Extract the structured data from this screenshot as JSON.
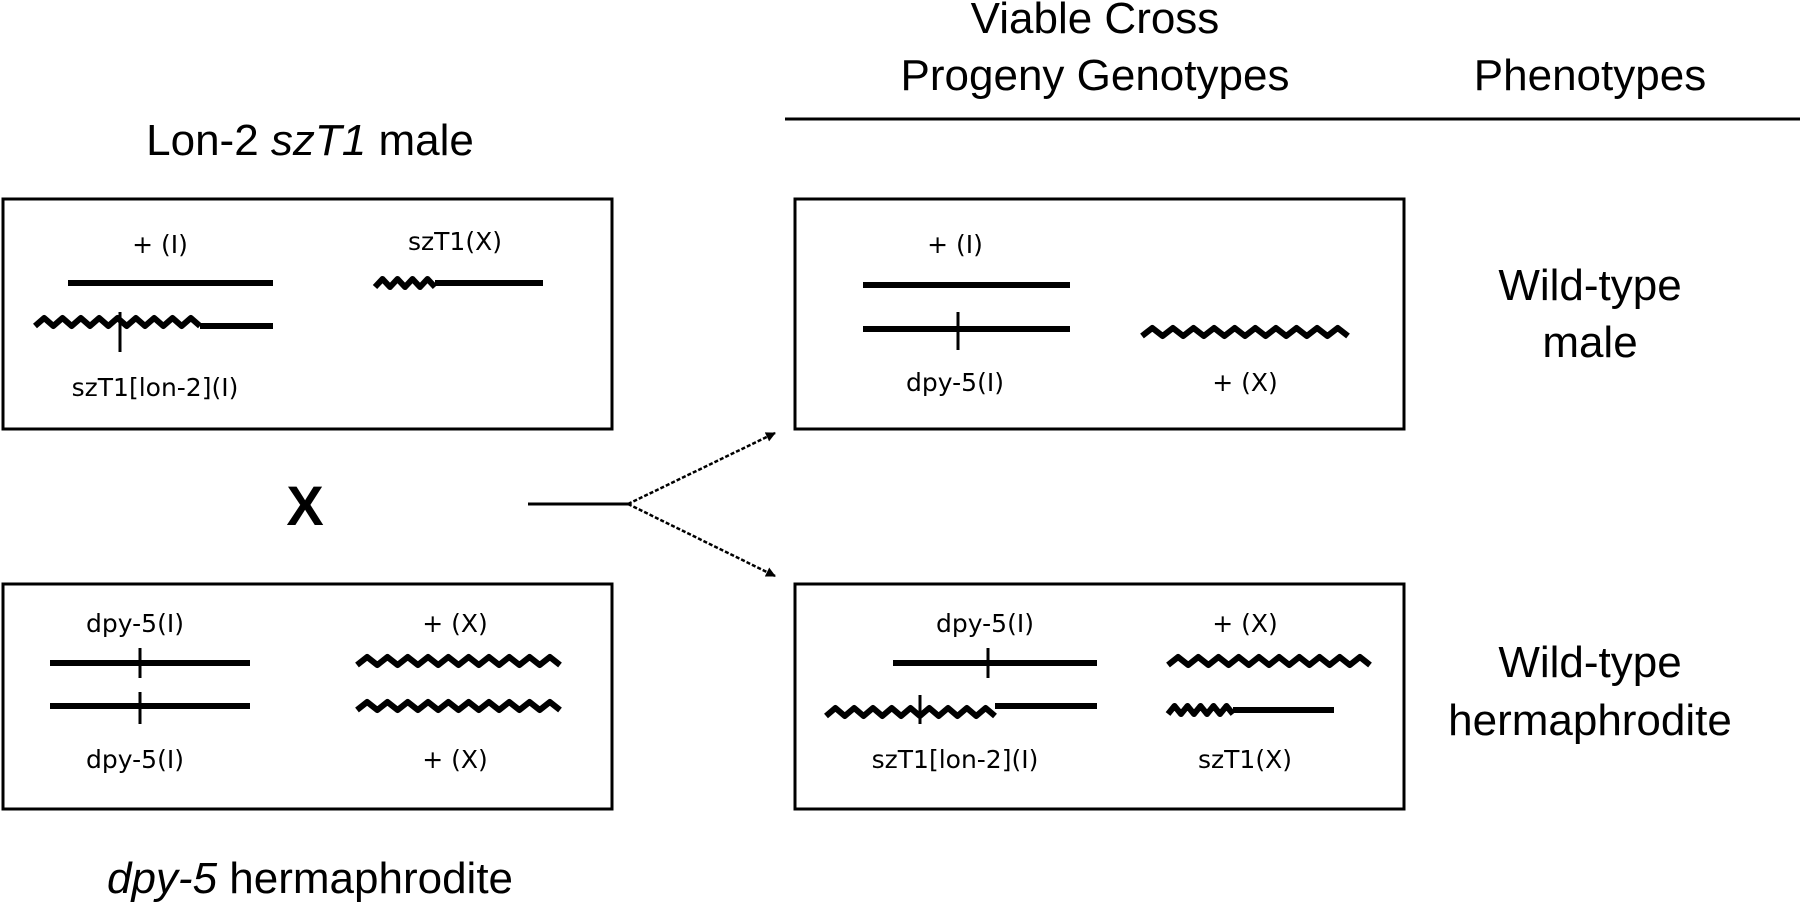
{
  "header": {
    "progeny_line1": "Viable Cross",
    "progeny_line2": "Progeny Genotypes",
    "phenotypes": "Phenotypes"
  },
  "parent_male": {
    "title_pre": "Lon-2 ",
    "title_italic": "szT1",
    "title_post": " male",
    "label_top_left": "+ (I)",
    "label_top_right": "szT1(X)",
    "label_bottom_left": "szT1[lon-2](I)"
  },
  "cross_symbol": "X",
  "parent_herm": {
    "title_italic": "dpy-5",
    "title_post": " hermaphrodite",
    "label_top_left": "dpy-5(I)",
    "label_top_right": "+ (X)",
    "label_bottom_left": "dpy-5(I)",
    "label_bottom_right": "+ (X)"
  },
  "progeny_male": {
    "label_top_left": "+ (I)",
    "label_bottom_left": "dpy-5(I)",
    "label_bottom_right": "+ (X)",
    "phenotype_line1": "Wild-type",
    "phenotype_line2": "male"
  },
  "progeny_herm": {
    "label_top_left": "dpy-5(I)",
    "label_top_right": "+ (X)",
    "label_bottom_left": "szT1[lon-2](I)",
    "label_bottom_right": "szT1(X)",
    "phenotype_line1": "Wild-type",
    "phenotype_line2": "hermaphrodite"
  }
}
